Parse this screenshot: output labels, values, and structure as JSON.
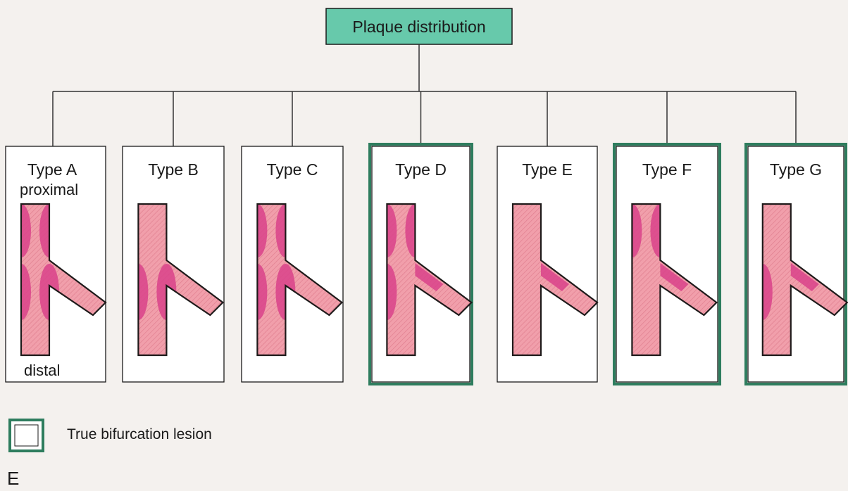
{
  "root": {
    "label": "Plaque distribution"
  },
  "colors": {
    "vessel": "#f19fab",
    "vessel_outline": "#1e1a1a",
    "plaque": "#d9428a",
    "true_lesion_border": "#2e7d5e",
    "root_box_fill": "#67c9ab",
    "line": "#333333"
  },
  "types": [
    {
      "label": "Type A",
      "true_bifurcation": false,
      "plaque": [
        "main-proximal",
        "main-distal-left",
        "main-distal-right"
      ]
    },
    {
      "label": "Type B",
      "true_bifurcation": false,
      "plaque": [
        "main-distal-left",
        "main-distal-right"
      ]
    },
    {
      "label": "Type C",
      "true_bifurcation": false,
      "plaque": [
        "main-proximal",
        "main-distal-left",
        "main-distal-right"
      ]
    },
    {
      "label": "Type D",
      "true_bifurcation": true,
      "plaque": [
        "main-proximal",
        "main-distal-left",
        "side-branch"
      ]
    },
    {
      "label": "Type E",
      "true_bifurcation": false,
      "plaque": [
        "side-branch"
      ]
    },
    {
      "label": "Type F",
      "true_bifurcation": true,
      "plaque": [
        "main-proximal",
        "side-branch"
      ]
    },
    {
      "label": "Type G",
      "true_bifurcation": true,
      "plaque": [
        "main-distal-left",
        "side-branch"
      ]
    }
  ],
  "annotations": {
    "proximal": "proximal",
    "distal": "distal"
  },
  "legend": {
    "label": "True bifurcation lesion"
  },
  "panel_letter": "E"
}
